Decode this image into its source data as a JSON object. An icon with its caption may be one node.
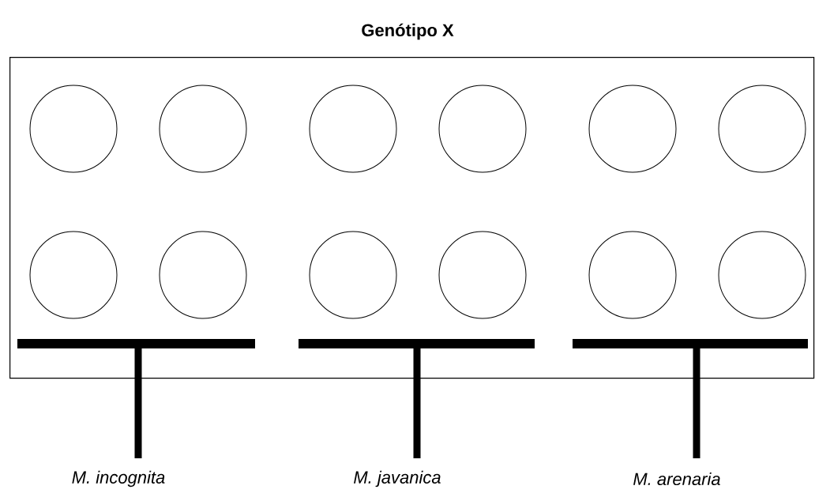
{
  "diagram": {
    "title": "Genótipo X",
    "nodes": [
      {
        "text": [],
        "shape": "box"
      },
      {
        "text": [],
        "shape": "circle",
        "in": 0
      },
      {
        "text": [],
        "shape": "circle",
        "in": 0
      },
      {
        "text": [],
        "shape": "circle",
        "in": 0
      },
      {
        "text": [],
        "shape": "circle",
        "in": 0
      },
      {
        "text": [],
        "shape": "circle",
        "in": 0
      },
      {
        "text": [],
        "shape": "circle",
        "in": 0
      },
      {
        "text": [],
        "shape": "circle",
        "in": 0
      },
      {
        "text": [],
        "shape": "circle",
        "in": 0
      },
      {
        "text": [],
        "shape": "circle",
        "in": 0
      },
      {
        "text": [],
        "shape": "circle",
        "in": 0
      },
      {
        "text": [],
        "shape": "circle",
        "in": 0
      },
      {
        "text": [],
        "shape": "circle",
        "in": 0
      }
    ],
    "labels": [
      "M. incognita",
      "M. javanica",
      "M. arenaria"
    ]
  }
}
